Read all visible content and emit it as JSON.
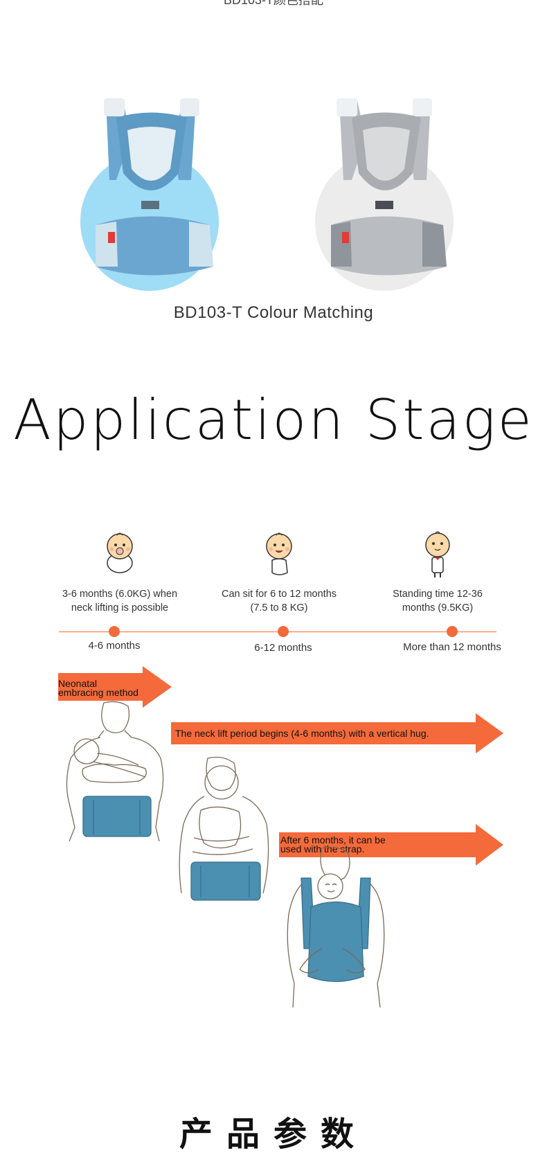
{
  "top_caption_partial": "BD103-T颜色搭配",
  "colour_matching_caption": "BD103-T Colour Matching",
  "application_title": "Application Stage",
  "colors": {
    "accent": "#f46a3a",
    "blue_circle": "#9fdcf6",
    "blue_fabric": "#6aa6cf",
    "grey_circle": "#ececec",
    "grey_fabric": "#b9bcc1",
    "carrier_blue": "#4b8fb1"
  },
  "stages": [
    {
      "icon": "crawling-baby-icon",
      "description_line1": "3-6 months (6.0KG) when",
      "description_line2": "neck lifting is possible",
      "label": "4-6 months"
    },
    {
      "icon": "sitting-baby-icon",
      "description_line1": "Can sit for 6 to 12 months",
      "description_line2": "(7.5 to 8 KG)",
      "label": "6-12 months"
    },
    {
      "icon": "standing-baby-icon",
      "description_line1": "Standing time 12-36",
      "description_line2": "months (9.5KG)",
      "label": "More than 12 months"
    }
  ],
  "arrows": {
    "neonatal_line1": "Neonatal",
    "neonatal_line2": "embracing method",
    "neck_lift": "The neck lift period begins (4-6 months) with a vertical hug.",
    "strap_line1": "After 6 months, it can be",
    "strap_line2": "used with the strap."
  },
  "bottom_caption_partial": "产品参数"
}
